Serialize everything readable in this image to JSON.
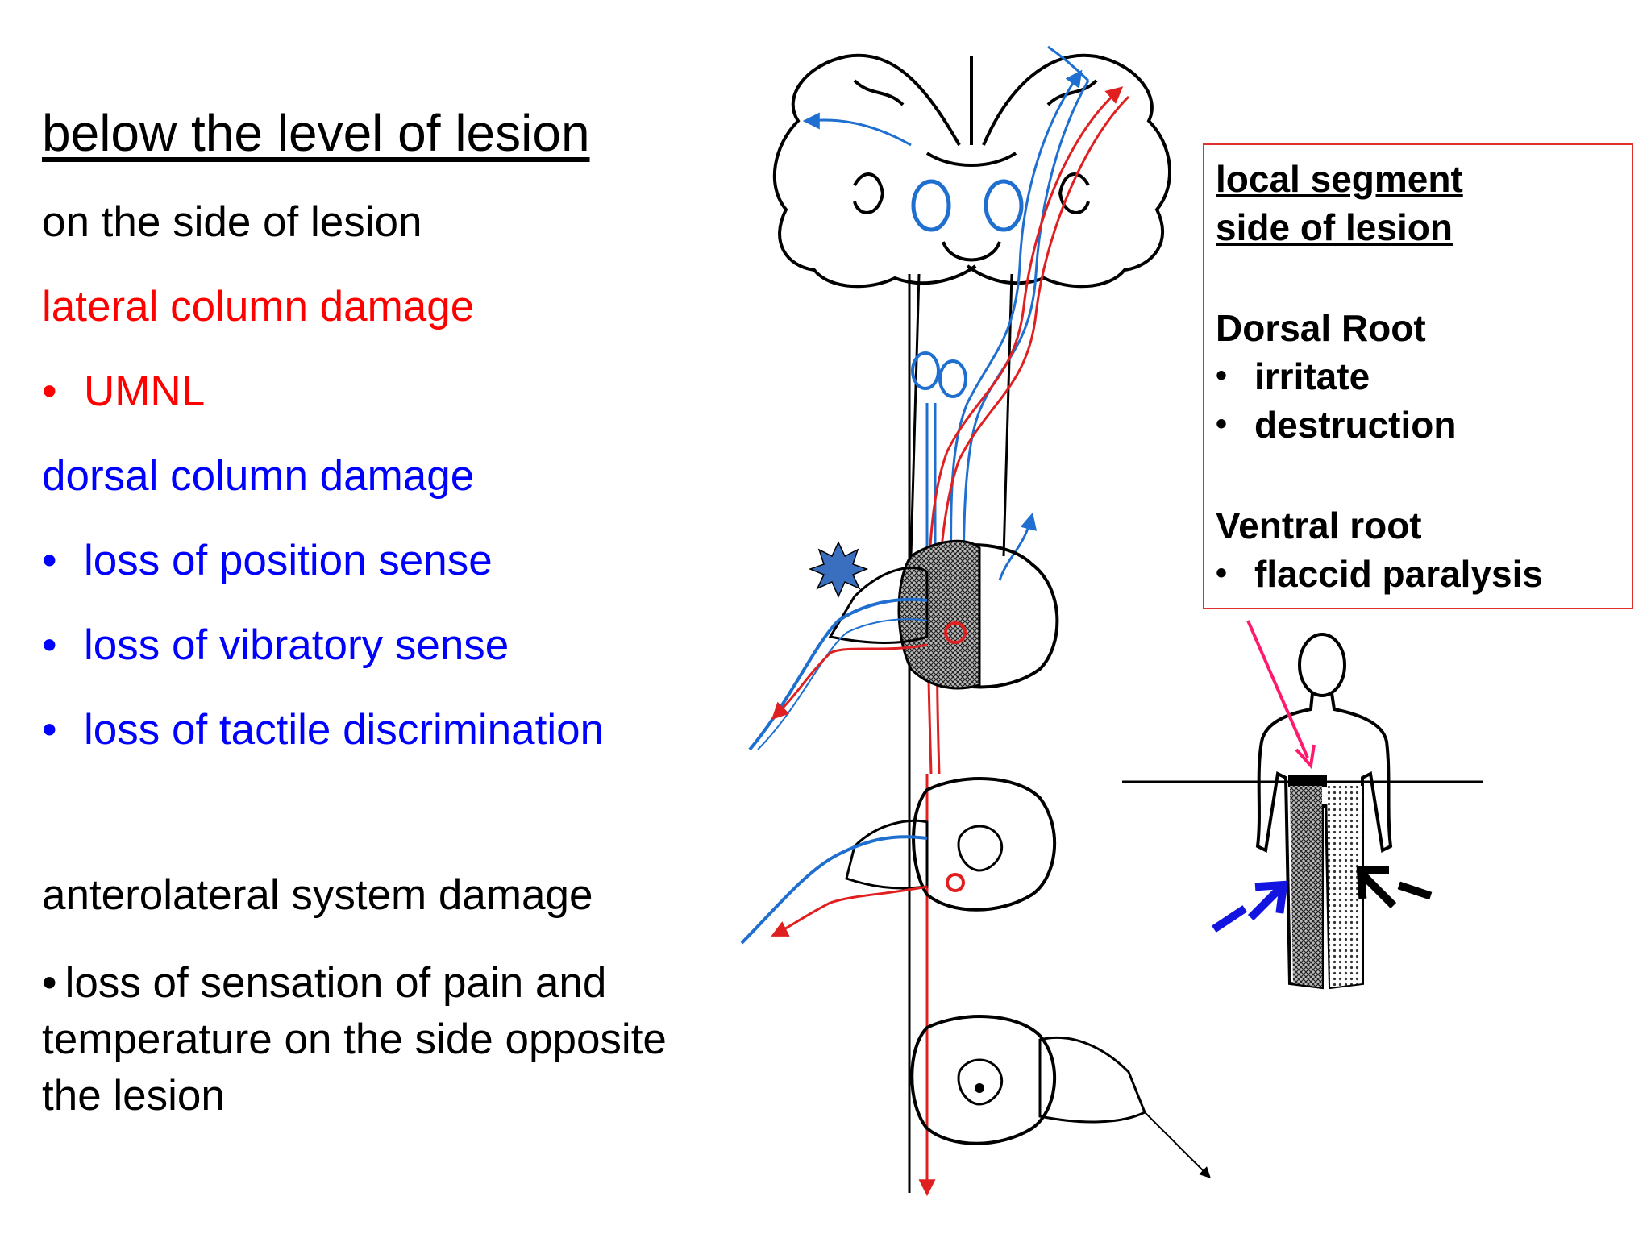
{
  "title": "below the level of lesion",
  "side_label": "on the side of lesion",
  "lateral": {
    "heading": "lateral column damage",
    "items": [
      "UMNL"
    ]
  },
  "dorsal": {
    "heading": "dorsal column damage",
    "items": [
      "loss of position sense",
      "loss of vibratory sense",
      "loss of tactile discrimination"
    ]
  },
  "anterolateral": {
    "heading": "anterolateral system damage",
    "text": "loss of sensation of pain and temperature on the side opposite the lesion"
  },
  "bullet_char": "•",
  "local_box": {
    "title_line1": "local segment ",
    "title_line2": "side of lesion",
    "dorsal_heading": "Dorsal Root",
    "dorsal_items": [
      "irritate",
      "destruction"
    ],
    "ventral_heading": "Ventral root",
    "ventral_items": [
      "flaccid paralysis"
    ]
  },
  "colors": {
    "red": "#ff0000",
    "blue": "#0000ff",
    "tract_blue": "#1e6fd0",
    "tract_red": "#e02020",
    "box_border": "#e03030",
    "pink_arrow": "#ff1a6e",
    "lesion_star": "#3a6fc0"
  },
  "icons": [
    "lesion-star-icon",
    "pink-arrow-icon",
    "blue-arrow-icon",
    "black-arrow-icon"
  ]
}
